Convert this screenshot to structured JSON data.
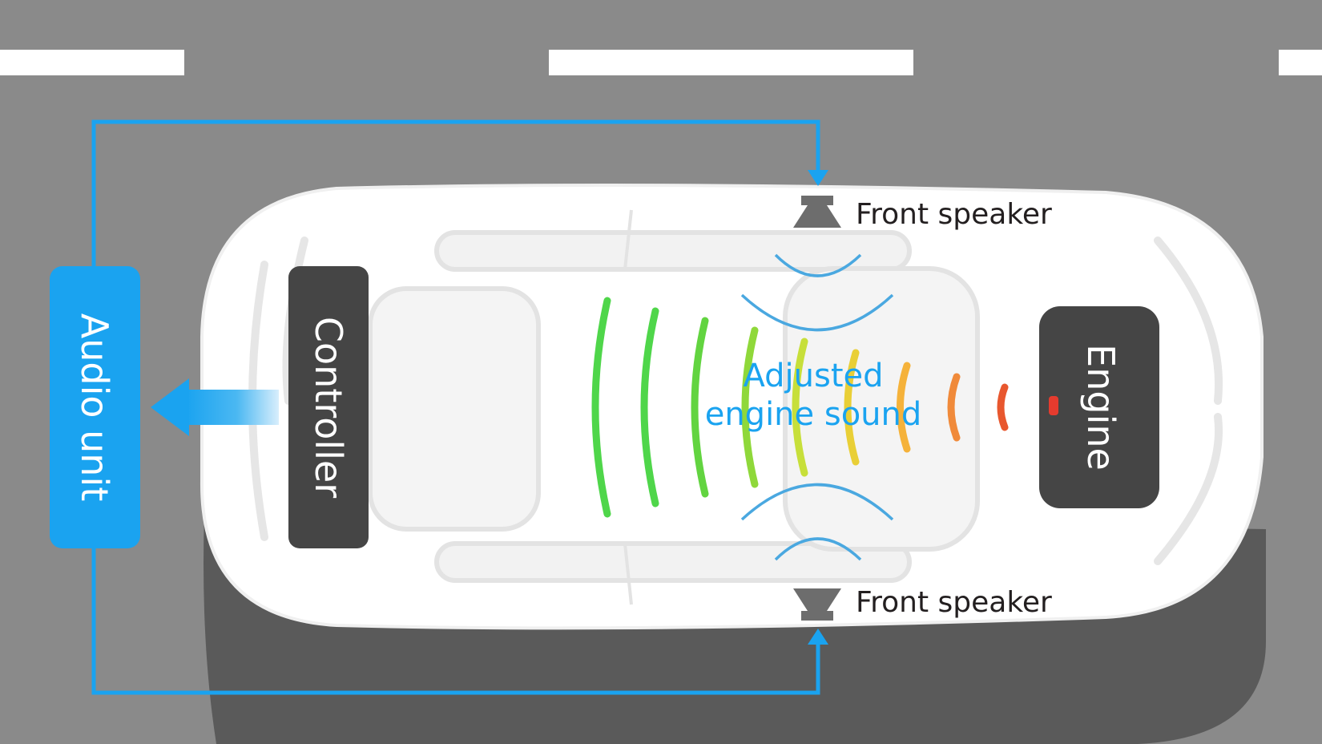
{
  "diagram": {
    "audio_unit_label": "Audio unit",
    "controller_label": "Controller",
    "engine_label": "Engine",
    "front_speaker_top_label": "Front speaker",
    "front_speaker_bottom_label": "Front speaker",
    "sound_label_line1": "Adjusted",
    "sound_label_line2": "engine sound"
  },
  "colors": {
    "road": "#8a8a8a",
    "lane_marking": "#ffffff",
    "car_body": "#ffffff",
    "car_shadow": "#5a5a5a",
    "wire_blue": "#1aa3f0",
    "box_dark": "#454545",
    "speaker_gray": "#6d6d6d",
    "sound_wave_gradient": [
      "#4fd64a",
      "#8cd83a",
      "#d9e43a",
      "#f5b23a",
      "#f07a3a",
      "#e53b2e"
    ],
    "speaker_wave": "#4aa8e0"
  }
}
